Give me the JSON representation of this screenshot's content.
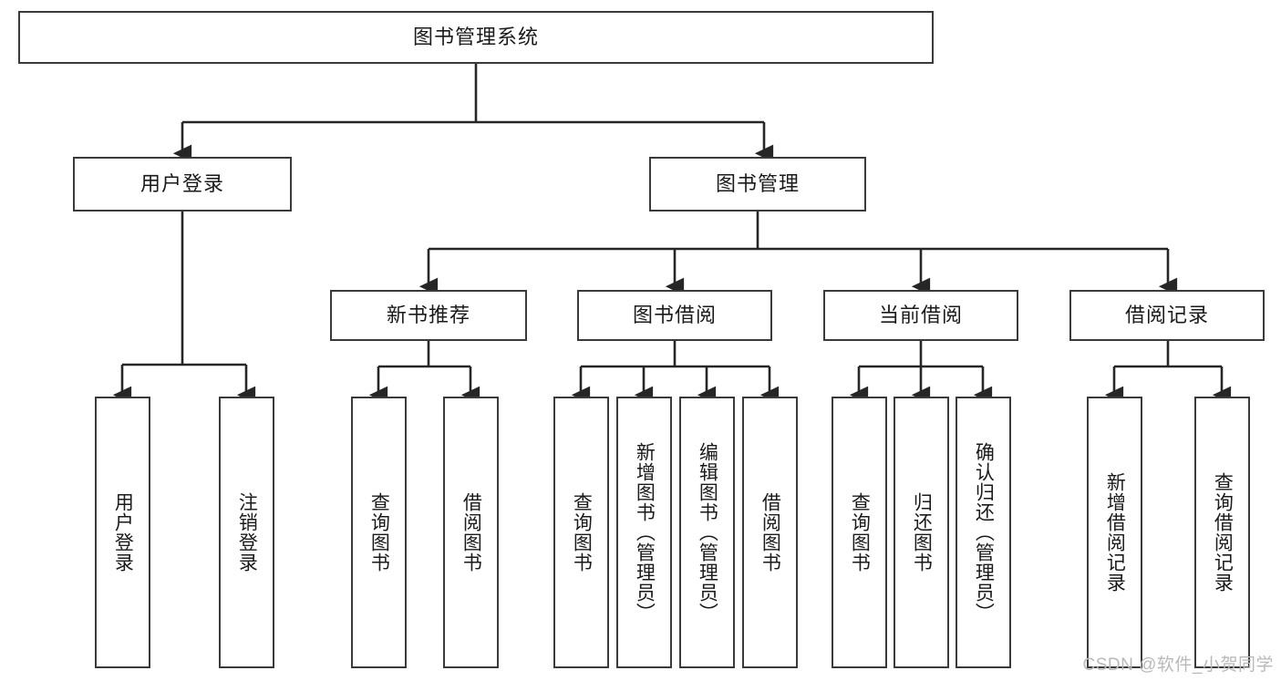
{
  "diagram": {
    "type": "tree-hierarchy",
    "title": "图书管理系统",
    "colors": {
      "box_border": "#3a3a3a",
      "box_fill": "#ffffff",
      "connector": "#262626",
      "text": "#1a1a1a",
      "watermark": "#b9b9b9",
      "background": "#ffffff"
    },
    "root": {
      "label": "图书管理系统"
    },
    "level1": [
      {
        "id": "user-login",
        "label": "用户登录"
      },
      {
        "id": "book-management",
        "label": "图书管理"
      }
    ],
    "level2": [
      {
        "id": "new-book-recommend",
        "label": "新书推荐",
        "parent": "book-management"
      },
      {
        "id": "book-borrow",
        "label": "图书借阅",
        "parent": "book-management"
      },
      {
        "id": "current-borrow",
        "label": "当前借阅",
        "parent": "book-management"
      },
      {
        "id": "borrow-record",
        "label": "借阅记录",
        "parent": "book-management"
      }
    ],
    "leaves": {
      "user-login": [
        {
          "id": "leaf-user-login",
          "label": "用户登录"
        },
        {
          "id": "leaf-user-logout",
          "label": "注销登录"
        }
      ],
      "new-book-recommend": [
        {
          "id": "leaf-query-book-1",
          "label": "查询图书"
        },
        {
          "id": "leaf-borrow-book-1",
          "label": "借阅图书"
        }
      ],
      "book-borrow": [
        {
          "id": "leaf-query-book-2",
          "label": "查询图书"
        },
        {
          "id": "leaf-add-book",
          "label": "新增图书（管理员）"
        },
        {
          "id": "leaf-edit-book",
          "label": "编辑图书（管理员）"
        },
        {
          "id": "leaf-borrow-book-2",
          "label": "借阅图书"
        }
      ],
      "current-borrow": [
        {
          "id": "leaf-query-book-3",
          "label": "查询图书"
        },
        {
          "id": "leaf-return-book",
          "label": "归还图书"
        },
        {
          "id": "leaf-confirm-return",
          "label": "确认归还（管理员）"
        }
      ],
      "borrow-record": [
        {
          "id": "leaf-add-record",
          "label": "新增借阅记录"
        },
        {
          "id": "leaf-query-record",
          "label": "查询借阅记录"
        }
      ]
    }
  },
  "watermark": {
    "text": "CSDN @软件_小贺同学"
  }
}
